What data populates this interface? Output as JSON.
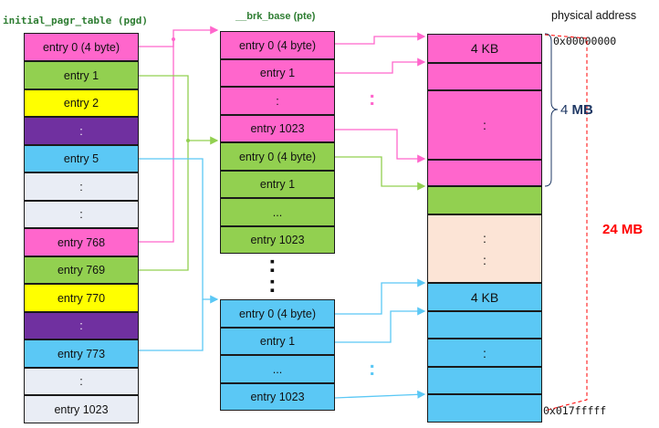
{
  "pgd": {
    "title": "initial_pagr_table (pgd)",
    "entries": [
      {
        "label": "entry 0 (4 byte)",
        "color": "pink"
      },
      {
        "label": "entry 1",
        "color": "green"
      },
      {
        "label": "entry 2",
        "color": "yellow"
      },
      {
        "label": ":",
        "color": "purple"
      },
      {
        "label": "entry 5",
        "color": "blue"
      },
      {
        "label": ":",
        "color": "gray"
      },
      {
        "label": ":",
        "color": "gray"
      },
      {
        "label": "entry 768",
        "color": "pink"
      },
      {
        "label": "entry 769",
        "color": "green"
      },
      {
        "label": "entry 770",
        "color": "yellow"
      },
      {
        "label": ":",
        "color": "purple"
      },
      {
        "label": "entry 773",
        "color": "blue"
      },
      {
        "label": ":",
        "color": "gray"
      },
      {
        "label": "entry 1023",
        "color": "gray"
      }
    ]
  },
  "pte": {
    "title": "__brk_base (pte)",
    "pink": [
      "entry 0 (4 byte)",
      "entry 1",
      ":",
      "entry 1023"
    ],
    "green": [
      "entry 0 (4 byte)",
      "entry 1",
      "...",
      "entry 1023"
    ],
    "mid_dots": ":",
    "blue": [
      "entry 0 (4 byte)",
      "entry 1",
      "...",
      "entry 1023"
    ]
  },
  "phys": {
    "header": "physical address",
    "cells": [
      "4 KB",
      "",
      ":",
      "",
      "",
      ":",
      ":",
      "4 KB",
      "",
      ":",
      "",
      ""
    ],
    "start_addr": "0x00000000",
    "end_addr": "0x017fffff",
    "brace_4mb_number": "4",
    "brace_4mb_unit": "MB",
    "total_label": "24 MB"
  },
  "dots": {
    "pink_side": ":",
    "blue_side": ":"
  },
  "colors": {
    "pink": "#ff66cc",
    "green": "#92d050",
    "blue": "#5bc8f5",
    "yellow": "#ffff00",
    "purple": "#7030a0",
    "gray": "#e9edf5",
    "peach": "#fce4d6",
    "total_red": "#ff0000",
    "title_green": "#2e7d32",
    "brace_navy": "#1f3864"
  }
}
